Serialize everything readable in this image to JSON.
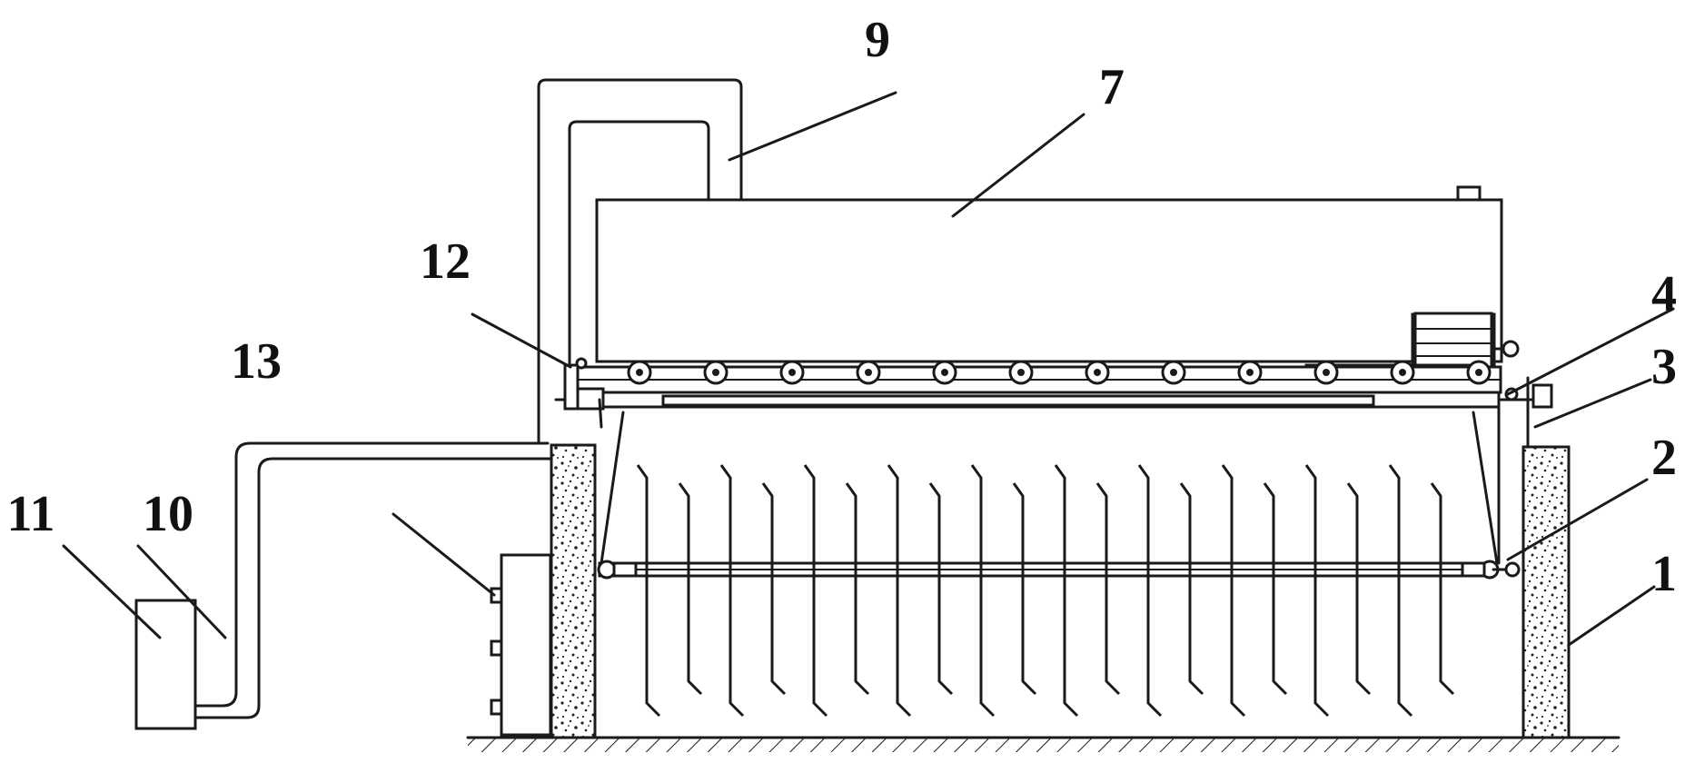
{
  "labels": {
    "n1": "1",
    "n2": "2",
    "n3": "3",
    "n4": "4",
    "n7": "7",
    "n9": "9",
    "n10": "10",
    "n11": "11",
    "n12": "12",
    "n13": "13"
  },
  "colors": {
    "line": "#1a1a1a",
    "background": "#ffffff"
  }
}
